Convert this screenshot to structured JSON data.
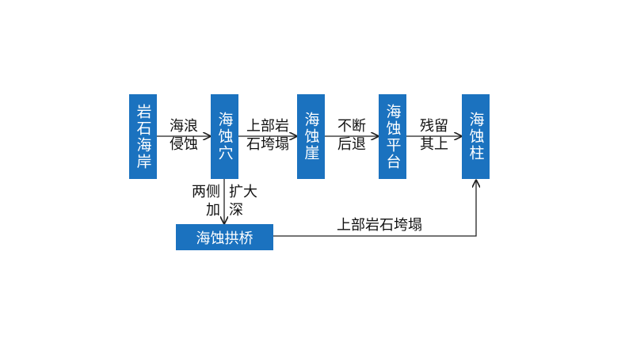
{
  "nodes": {
    "coast": "岩石海岸",
    "cave": "海蚀穴",
    "cliff": "海蚀崖",
    "platform": "海蚀平台",
    "pillar": "海蚀柱",
    "arch": "海蚀拱桥"
  },
  "edges": {
    "coast_cave_1": "海浪",
    "coast_cave_2": "侵蚀",
    "cave_cliff_1": "上部岩",
    "cave_cliff_2": "石垮塌",
    "cliff_platform_1": "不断",
    "cliff_platform_2": "后退",
    "platform_pillar_1": "残留",
    "platform_pillar_2": "其上",
    "cave_arch_left_1": "两侧",
    "cave_arch_left_2": "加",
    "cave_arch_right_1": "扩大",
    "cave_arch_right_2": "深",
    "arch_pillar": "上部岩石垮塌"
  }
}
